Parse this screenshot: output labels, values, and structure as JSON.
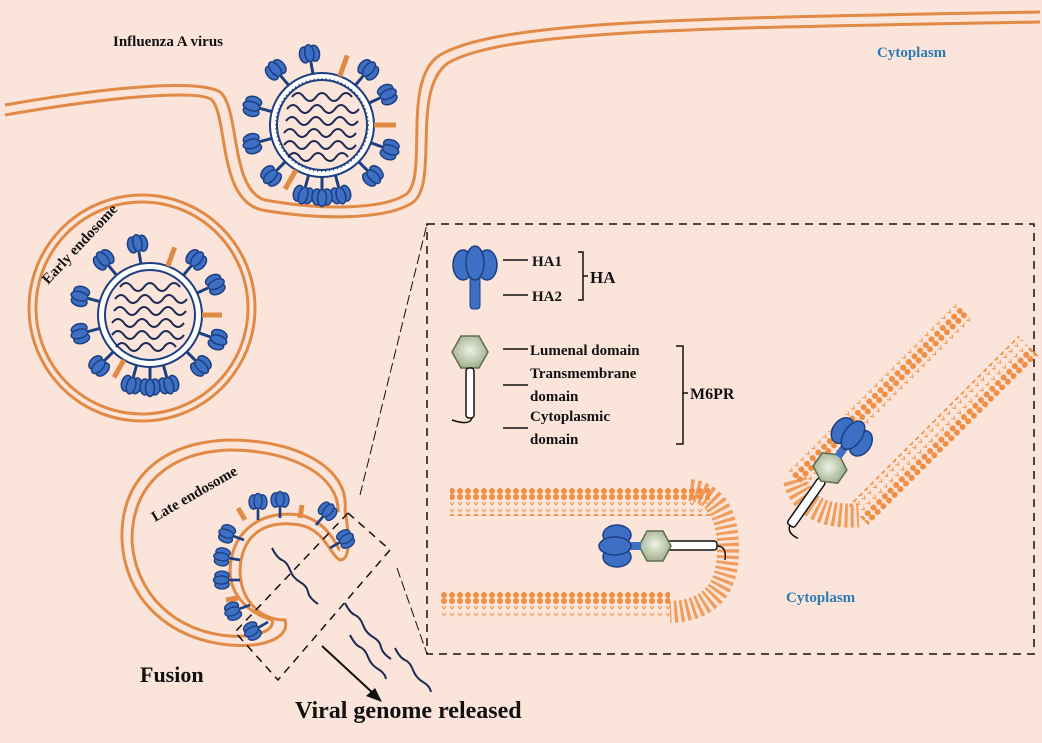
{
  "labels": {
    "influenza": "Influenza A virus",
    "cytoplasm_top": "Cytoplasm",
    "early_endosome": "Early endosome",
    "late_endosome": "Late endosome",
    "fusion": "Fusion",
    "genome_released": "Viral genome released",
    "cytoplasm_inset": "Cytoplasm"
  },
  "legend": {
    "ha1": "HA1",
    "ha2": "HA2",
    "ha": "HA",
    "lumenal": "Lumenal domain",
    "transmembrane_1": "Transmembrane",
    "transmembrane_2": "domain",
    "cytoplasmic_1": "Cytoplasmic",
    "cytoplasmic_2": "domain",
    "m6pr": "M6PR"
  },
  "colors": {
    "background": "#fbe5da",
    "membrane": "#e08a45",
    "ha_blue": "#3d6fc4",
    "ha_outline": "#1d3f80",
    "m6pr_green": "#c9d4bd",
    "text_blue": "#2e7ab3"
  }
}
